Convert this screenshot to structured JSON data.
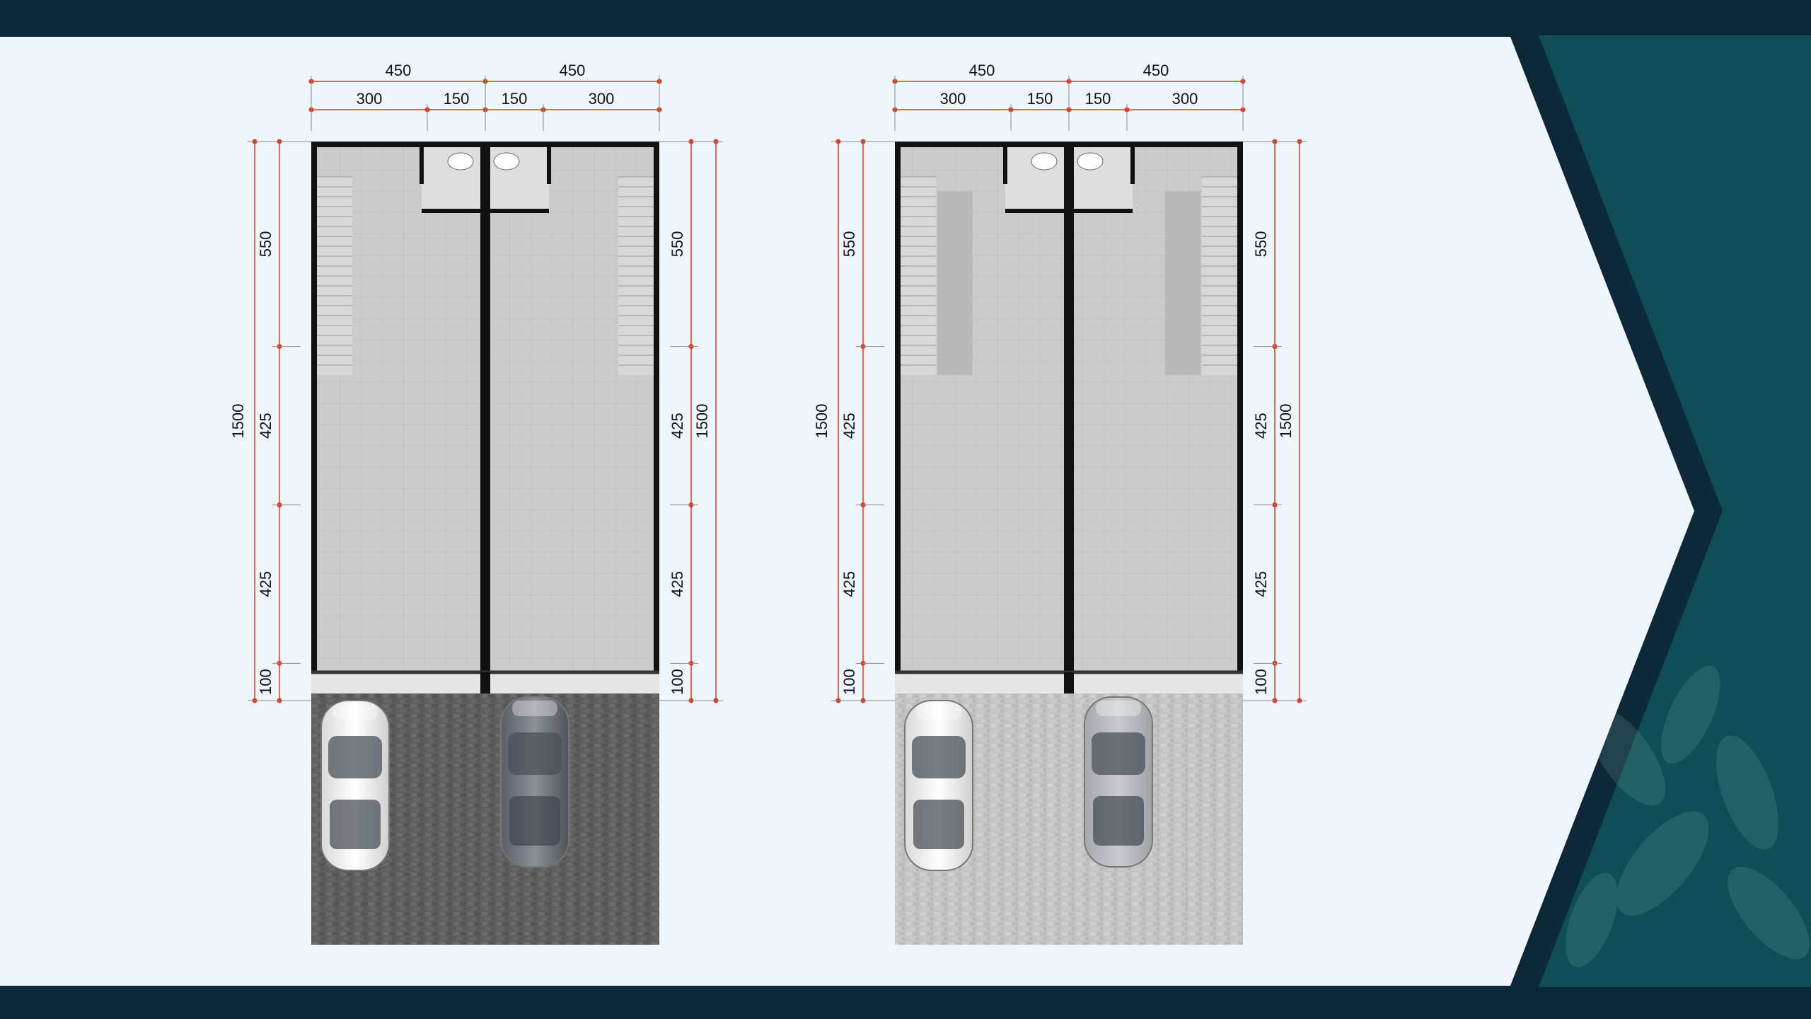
{
  "colors": {
    "background_dark": "#0e2636",
    "panel_teal": "#0f4e56",
    "panel_edge": "#0c2a3a",
    "canvas": "#eef5fb",
    "dimension_line": "#e03a1e",
    "wall": "#111111",
    "floor": "#c9c9c9",
    "paving_dark": "#5b5b5b",
    "paving_light": "#bdbdbd"
  },
  "plans": [
    {
      "id": "plan-left",
      "top_dims": {
        "overall": [
          "450",
          "450"
        ],
        "sub": [
          "300",
          "150",
          "150",
          "300"
        ]
      },
      "left_dims": {
        "overall": "1500",
        "segments": [
          "550",
          "425",
          "425",
          "100"
        ]
      },
      "right_dims": {
        "overall": "1500",
        "segments": [
          "550",
          "425",
          "425",
          "100"
        ]
      },
      "carport_style": "dark"
    },
    {
      "id": "plan-right",
      "top_dims": {
        "overall": [
          "450",
          "450"
        ],
        "sub": [
          "300",
          "150",
          "150",
          "300"
        ]
      },
      "left_dims": {
        "overall": "1500",
        "segments": [
          "550",
          "425",
          "425",
          "100"
        ]
      },
      "right_dims": {
        "overall": "1500",
        "segments": [
          "550",
          "425",
          "425",
          "100"
        ]
      },
      "carport_style": "light"
    }
  ]
}
